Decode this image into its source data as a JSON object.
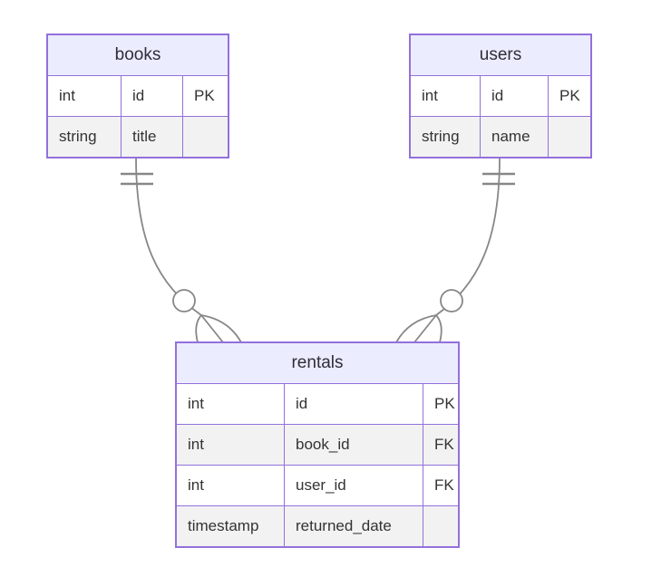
{
  "colors": {
    "border": "#9370DB",
    "headerFill": "#ECECFF",
    "rowAltFill": "#f2f2f2",
    "rowFill": "#ffffff",
    "line": "#878787",
    "text": "#333333",
    "bg": "#ffffff"
  },
  "entities": [
    {
      "name": "books",
      "rows": [
        {
          "type": "int",
          "attr": "id",
          "key": "PK"
        },
        {
          "type": "string",
          "attr": "title",
          "key": ""
        }
      ]
    },
    {
      "name": "users",
      "rows": [
        {
          "type": "int",
          "attr": "id",
          "key": "PK"
        },
        {
          "type": "string",
          "attr": "name",
          "key": ""
        }
      ]
    },
    {
      "name": "rentals",
      "rows": [
        {
          "type": "int",
          "attr": "id",
          "key": "PK"
        },
        {
          "type": "int",
          "attr": "book_id",
          "key": "FK"
        },
        {
          "type": "int",
          "attr": "user_id",
          "key": "FK"
        },
        {
          "type": "timestamp",
          "attr": "returned_date",
          "key": ""
        }
      ]
    }
  ],
  "relationships": [
    {
      "from": "books",
      "to": "rentals",
      "from_cardinality": "exactly-one",
      "to_cardinality": "zero-or-more"
    },
    {
      "from": "users",
      "to": "rentals",
      "from_cardinality": "exactly-one",
      "to_cardinality": "zero-or-more"
    }
  ]
}
